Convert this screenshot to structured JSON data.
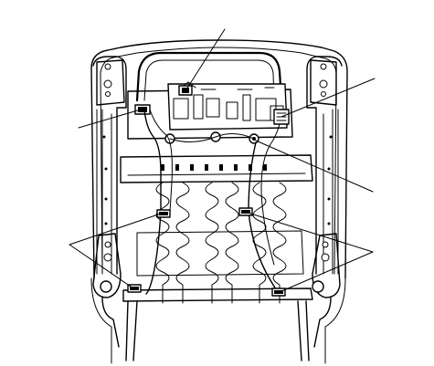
{
  "figure": {
    "background": "#ffffff",
    "stroke_color": "#000000"
  },
  "callouts": [
    {
      "target": "seat-back-connector-top"
    },
    {
      "target": "left-harness-connector-upper"
    },
    {
      "target": "right-harness-connector-upper"
    },
    {
      "target": "right-harness-clip-lower"
    },
    {
      "target": "left-floor-connectors"
    },
    {
      "target": "right-floor-connectors"
    }
  ]
}
